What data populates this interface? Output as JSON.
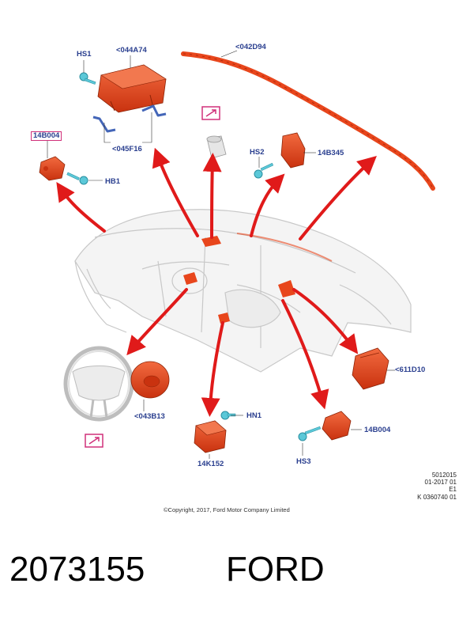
{
  "labels": {
    "hs1": "HS1",
    "p044A74": "<044A74",
    "p042D94": "<042D94",
    "p14B004_top": "14B004",
    "hb1": "HB1",
    "p045F16": "<045F16",
    "hs2": "HS2",
    "p14B345": "14B345",
    "p611D10": "<611D10",
    "p043B13": "<043B13",
    "hn1": "HN1",
    "p14K152": "14K152",
    "p14B004_bottom": "14B004",
    "hs3": "HS3"
  },
  "reference": {
    "line1": "5012015",
    "line2": "01-2017 01",
    "line3": "E1",
    "line4": "K 0360740 01"
  },
  "copyright": "©Copyright, 2017, Ford Motor Company Limited",
  "part_number": "2073155",
  "brand": "FORD",
  "colors": {
    "part_red": "#e8461c",
    "arrow_red": "#e01a1a",
    "label_blue": "#2a3f8f",
    "callout_magenta": "#d0307a",
    "fastener_cyan": "#5bc8d8"
  }
}
